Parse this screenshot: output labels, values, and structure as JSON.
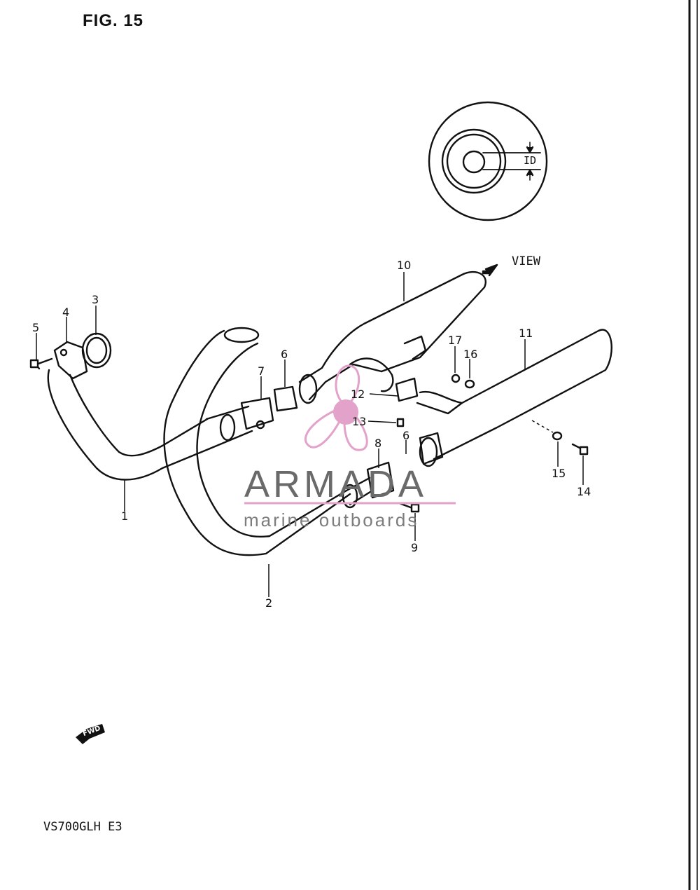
{
  "title": "FIG. 15",
  "model": "VS700GLH E3",
  "view_label": "VIEW",
  "id_label": "ID",
  "fwd_label": "FWD",
  "watermark": {
    "brand": "ARMADA",
    "tagline": "marine outboards",
    "accent_color": "#e3a2c9"
  },
  "callouts": [
    "1",
    "2",
    "3",
    "4",
    "5",
    "6",
    "6",
    "7",
    "8",
    "9",
    "10",
    "11",
    "12",
    "13",
    "14",
    "15",
    "16",
    "17"
  ]
}
